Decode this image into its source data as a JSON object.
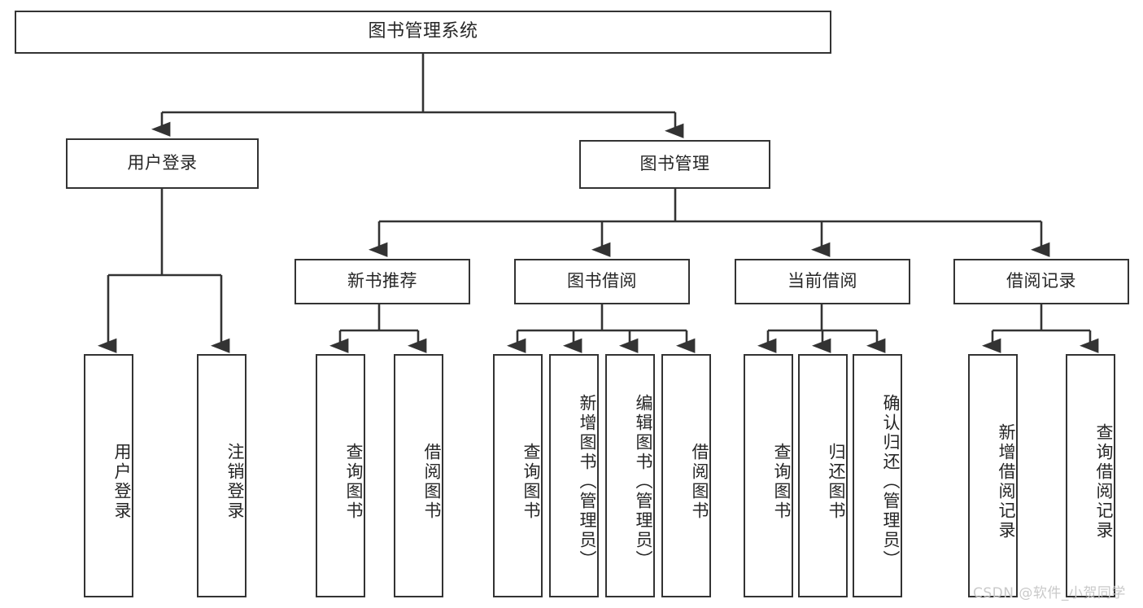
{
  "diagram": {
    "title_text": "图书管理系统",
    "watermark": "CSDN @软件_小贺同学",
    "colors": {
      "box_border": "#333333",
      "box_fill": "#ffffff",
      "connector": "#333333",
      "text": "#262626",
      "watermark": "#c9c9c9",
      "background": "#ffffff"
    },
    "root": {
      "label": "图书管理系统"
    },
    "level2": [
      {
        "label": "用户登录"
      },
      {
        "label": "图书管理"
      }
    ],
    "level3": [
      {
        "label": "新书推荐"
      },
      {
        "label": "图书借阅"
      },
      {
        "label": "当前借阅"
      },
      {
        "label": "借阅记录"
      }
    ],
    "leaves": {
      "user_login": [
        {
          "label": "用户登录"
        },
        {
          "label": "注销登录"
        }
      ],
      "new_book_recommend": [
        {
          "label": "查询图书"
        },
        {
          "label": "借阅图书"
        }
      ],
      "book_borrow": [
        {
          "label": "查询图书"
        },
        {
          "label": "新增图书（管理员）"
        },
        {
          "label": "编辑图书（管理员）"
        },
        {
          "label": "借阅图书"
        }
      ],
      "current_borrow": [
        {
          "label": "查询图书"
        },
        {
          "label": "归还图书"
        },
        {
          "label": "确认归还（管理员）"
        }
      ],
      "borrow_record": [
        {
          "label": "新增借阅记录"
        },
        {
          "label": "查询借阅记录"
        }
      ]
    }
  },
  "chart_data": {
    "type": "tree-diagram",
    "title": "图书管理系统",
    "orientation": "top-down",
    "levels": 4,
    "nodes": [
      {
        "id": "root",
        "label": "图书管理系统",
        "level": 0,
        "parent": null
      },
      {
        "id": "n-user-login",
        "label": "用户登录",
        "level": 1,
        "parent": "root"
      },
      {
        "id": "n-book-mgmt",
        "label": "图书管理",
        "level": 1,
        "parent": "root"
      },
      {
        "id": "n-new-book",
        "label": "新书推荐",
        "level": 2,
        "parent": "n-book-mgmt"
      },
      {
        "id": "n-book-borrow",
        "label": "图书借阅",
        "level": 2,
        "parent": "n-book-mgmt"
      },
      {
        "id": "n-current-borrow",
        "label": "当前借阅",
        "level": 2,
        "parent": "n-book-mgmt"
      },
      {
        "id": "n-borrow-record",
        "label": "借阅记录",
        "level": 2,
        "parent": "n-book-mgmt"
      },
      {
        "id": "l-login-1",
        "label": "用户登录",
        "level": 2,
        "parent": "n-user-login"
      },
      {
        "id": "l-login-2",
        "label": "注销登录",
        "level": 2,
        "parent": "n-user-login"
      },
      {
        "id": "l-new-1",
        "label": "查询图书",
        "level": 3,
        "parent": "n-new-book"
      },
      {
        "id": "l-new-2",
        "label": "借阅图书",
        "level": 3,
        "parent": "n-new-book"
      },
      {
        "id": "l-borrow-1",
        "label": "查询图书",
        "level": 3,
        "parent": "n-book-borrow"
      },
      {
        "id": "l-borrow-2",
        "label": "新增图书（管理员）",
        "level": 3,
        "parent": "n-book-borrow"
      },
      {
        "id": "l-borrow-3",
        "label": "编辑图书（管理员）",
        "level": 3,
        "parent": "n-book-borrow"
      },
      {
        "id": "l-borrow-4",
        "label": "借阅图书",
        "level": 3,
        "parent": "n-book-borrow"
      },
      {
        "id": "l-cur-1",
        "label": "查询图书",
        "level": 3,
        "parent": "n-current-borrow"
      },
      {
        "id": "l-cur-2",
        "label": "归还图书",
        "level": 3,
        "parent": "n-current-borrow"
      },
      {
        "id": "l-cur-3",
        "label": "确认归还（管理员）",
        "level": 3,
        "parent": "n-current-borrow"
      },
      {
        "id": "l-rec-1",
        "label": "新增借阅记录",
        "level": 3,
        "parent": "n-borrow-record"
      },
      {
        "id": "l-rec-2",
        "label": "查询借阅记录",
        "level": 3,
        "parent": "n-borrow-record"
      }
    ]
  }
}
